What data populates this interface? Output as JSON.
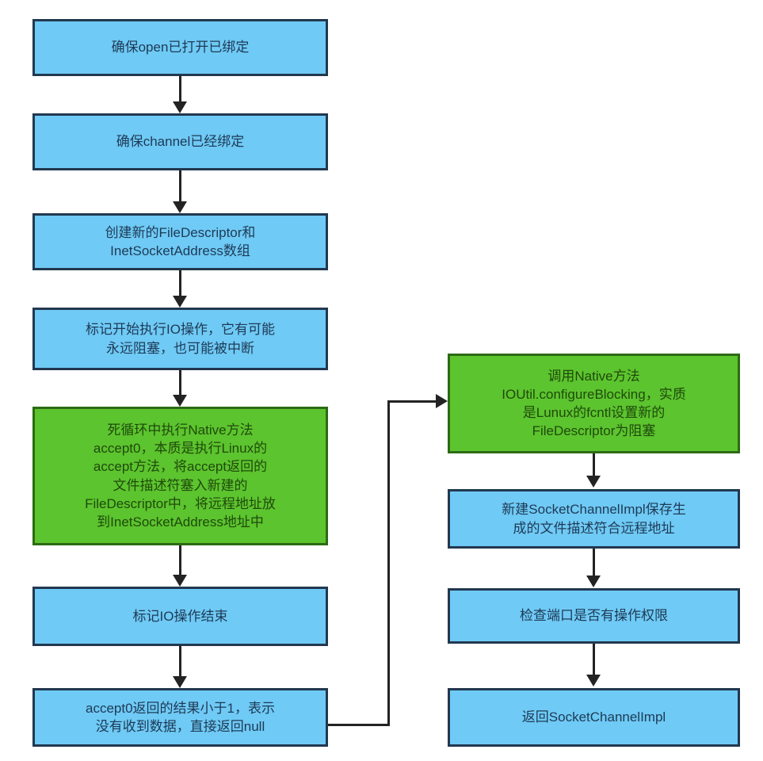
{
  "diagram": {
    "title": "NIO ServerSocketChannel accept flowchart",
    "colors": {
      "blue_fill": "#6FCAF5",
      "blue_border": "#22384F",
      "blue_text": "#1E3A56",
      "green_fill": "#5CC42E",
      "green_border": "#2D6A14",
      "green_text": "#1F4A0C",
      "connector": "#232323",
      "background": "#FFFFFF"
    },
    "left_column": {
      "nodes": [
        {
          "id": "ensure-open",
          "kind": "blue",
          "text": "确保open已打开已绑定"
        },
        {
          "id": "ensure-channel-bound",
          "kind": "blue",
          "text": "确保channel已经绑定"
        },
        {
          "id": "create-fd-array",
          "kind": "blue",
          "text": "创建新的FileDescriptor和\nInetSocketAddress数组"
        },
        {
          "id": "mark-io-begin",
          "kind": "blue",
          "text": "标记开始执行IO操作，它有可能\n永远阻塞，也可能被中断"
        },
        {
          "id": "loop-native-accept0",
          "kind": "green",
          "text": "死循环中执行Native方法\naccept0，本质是执行Linux的\naccept方法，将accept返回的\n文件描述符塞入新建的\nFileDescriptor中，将远程地址放\n到InetSocketAddress地址中"
        },
        {
          "id": "mark-io-end",
          "kind": "blue",
          "text": "标记IO操作结束"
        },
        {
          "id": "accept0-result-lt-1",
          "kind": "blue",
          "text": "accept0返回的结果小于1，表示\n没有收到数据，直接返回null"
        }
      ]
    },
    "right_column": {
      "nodes": [
        {
          "id": "configure-blocking",
          "kind": "green",
          "text": "调用Native方法\nIOUtil.configureBlocking，实质\n是Lunux的fcntl设置新的\nFileDescriptor为阻塞"
        },
        {
          "id": "new-socketchannelimpl",
          "kind": "blue",
          "text": "新建SocketChannelImpl保存生\n成的文件描述符合远程地址"
        },
        {
          "id": "check-port-permission",
          "kind": "blue",
          "text": "检查端口是否有操作权限"
        },
        {
          "id": "return-socketchannelimpl",
          "kind": "blue",
          "text": "返回SocketChannelImpl"
        }
      ]
    },
    "connectors": [
      {
        "id": "l1-to-l2",
        "from": "ensure-open",
        "to": "ensure-channel-bound",
        "style": "straight-down"
      },
      {
        "id": "l2-to-l3",
        "from": "ensure-channel-bound",
        "to": "create-fd-array",
        "style": "straight-down"
      },
      {
        "id": "l3-to-l4",
        "from": "create-fd-array",
        "to": "mark-io-begin",
        "style": "straight-down"
      },
      {
        "id": "l4-to-l5",
        "from": "mark-io-begin",
        "to": "loop-native-accept0",
        "style": "straight-down"
      },
      {
        "id": "l5-to-l6",
        "from": "loop-native-accept0",
        "to": "mark-io-end",
        "style": "straight-down"
      },
      {
        "id": "l6-to-l7",
        "from": "mark-io-end",
        "to": "accept0-result-lt-1",
        "style": "straight-down"
      },
      {
        "id": "l7-to-r1",
        "from": "accept0-result-lt-1",
        "to": "configure-blocking",
        "style": "elbow-right-up-right"
      },
      {
        "id": "r1-to-r2",
        "from": "configure-blocking",
        "to": "new-socketchannelimpl",
        "style": "straight-down"
      },
      {
        "id": "r2-to-r3",
        "from": "new-socketchannelimpl",
        "to": "check-port-permission",
        "style": "straight-down"
      },
      {
        "id": "r3-to-r4",
        "from": "check-port-permission",
        "to": "return-socketchannelimpl",
        "style": "straight-down"
      }
    ]
  }
}
